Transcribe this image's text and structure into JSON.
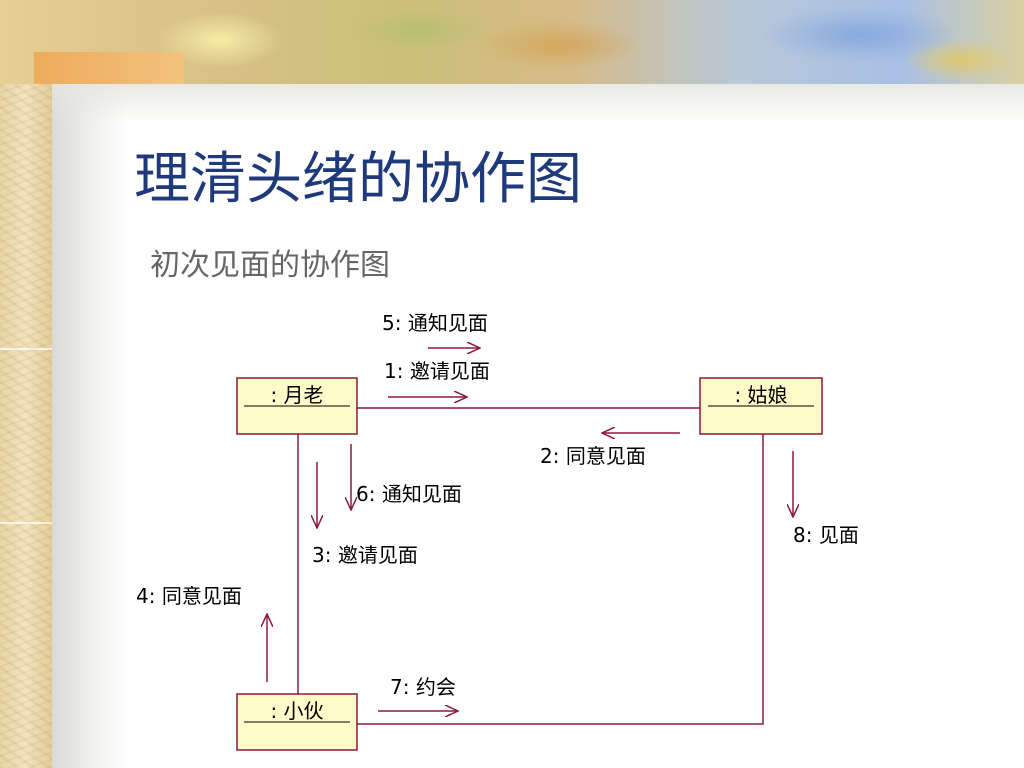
{
  "title": "理清头绪的协作图",
  "subtitle": "初次见面的协作图",
  "colors": {
    "title": "#1f3a7a",
    "subtitle": "#666666",
    "object_fill": "#fffbc8",
    "object_border": "#8b1a3a",
    "link": "#8b1a3a",
    "arrow": "#8b1a3a"
  },
  "diagram": {
    "objects": {
      "yuelao": ": 月老",
      "guniang": ": 姑娘",
      "xiaohuo": ": 小伙"
    },
    "messages": {
      "m1": "1: 邀请见面",
      "m2": "2: 同意见面",
      "m3": "3: 邀请见面",
      "m4": "4: 同意见面",
      "m5": "5: 通知见面",
      "m6": "6: 通知见面",
      "m7": "7: 约会",
      "m8": "8: 见面"
    }
  }
}
